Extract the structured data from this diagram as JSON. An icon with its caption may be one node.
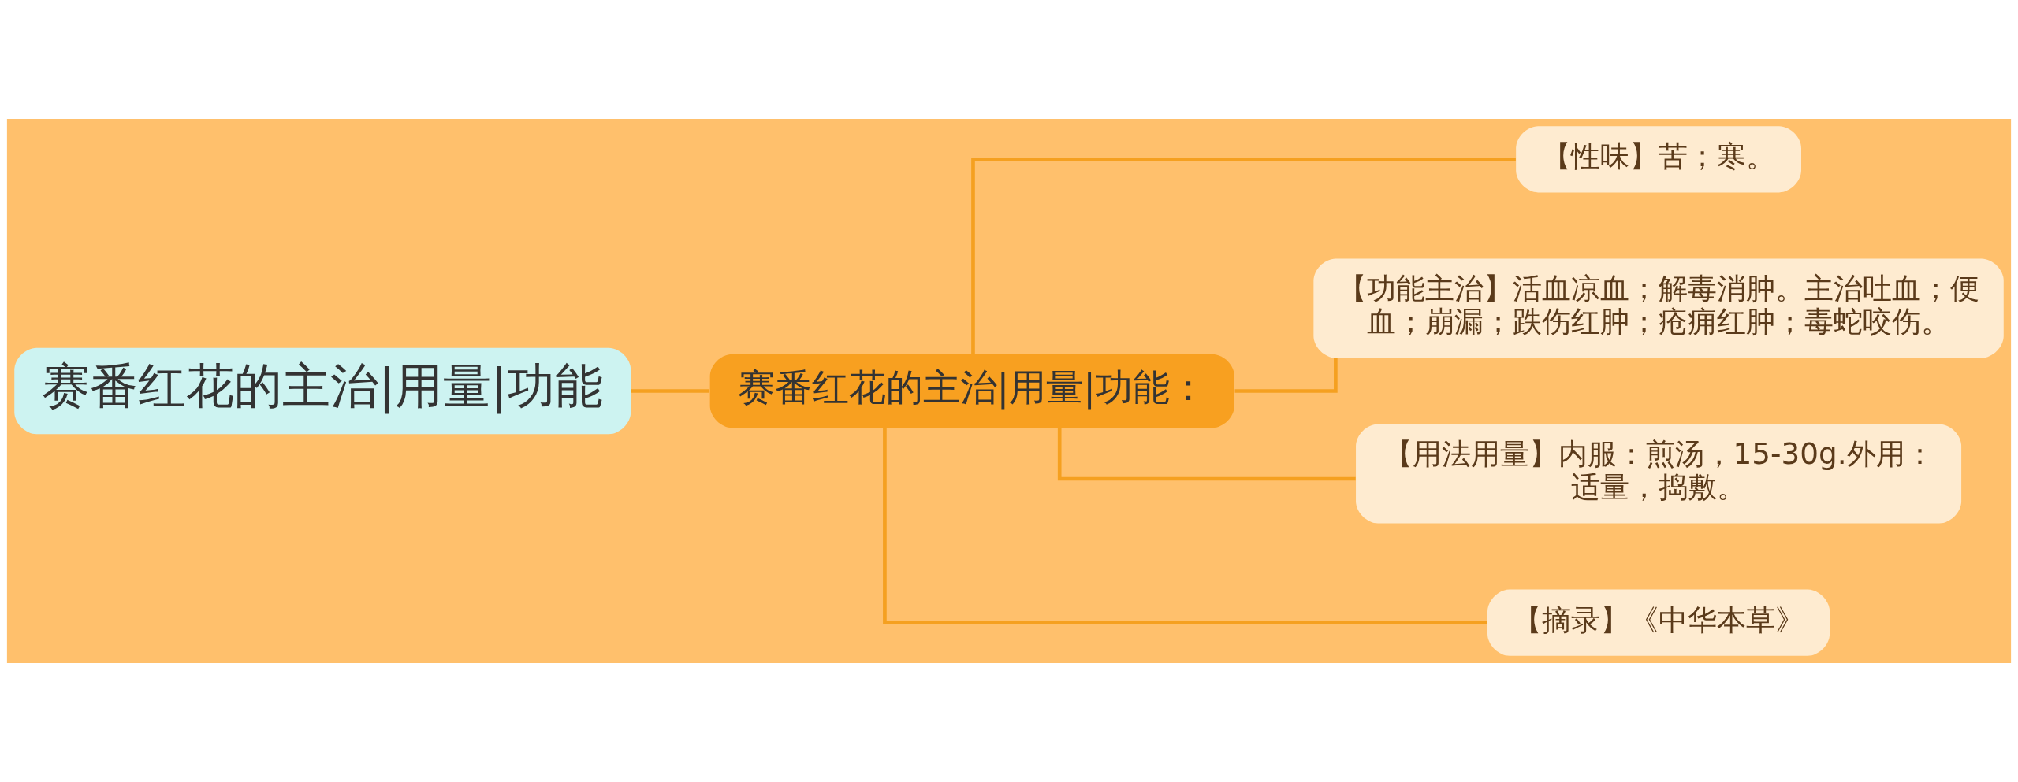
{
  "diagram": {
    "nodes": [
      {
        "text": [
          "赛番红花的主治|用量|功能"
        ]
      },
      {
        "text": [
          "赛番红花的主治|用量|功能："
        ]
      },
      {
        "text": [
          "【性味】苦；寒。"
        ]
      },
      {
        "text": [
          "【功能主治】活血凉血；解毒消肿。主治吐血；便血；崩漏；跌伤红肿；疮痈红肿；毒蛇咬伤。"
        ]
      },
      {
        "text": [
          "【用法用量】内服：煎汤，15-30g.外用：适量，捣敷。"
        ]
      },
      {
        "text": [
          "【摘录】《中华本草》"
        ]
      }
    ],
    "edges": [
      {
        "from": 0,
        "to": 1,
        "arrow": "none"
      },
      {
        "from": 1,
        "to": 2,
        "arrow": "none"
      },
      {
        "from": 1,
        "to": 3,
        "arrow": "none"
      },
      {
        "from": 1,
        "to": 4,
        "arrow": "none"
      },
      {
        "from": 1,
        "to": 5,
        "arrow": "none"
      }
    ]
  }
}
